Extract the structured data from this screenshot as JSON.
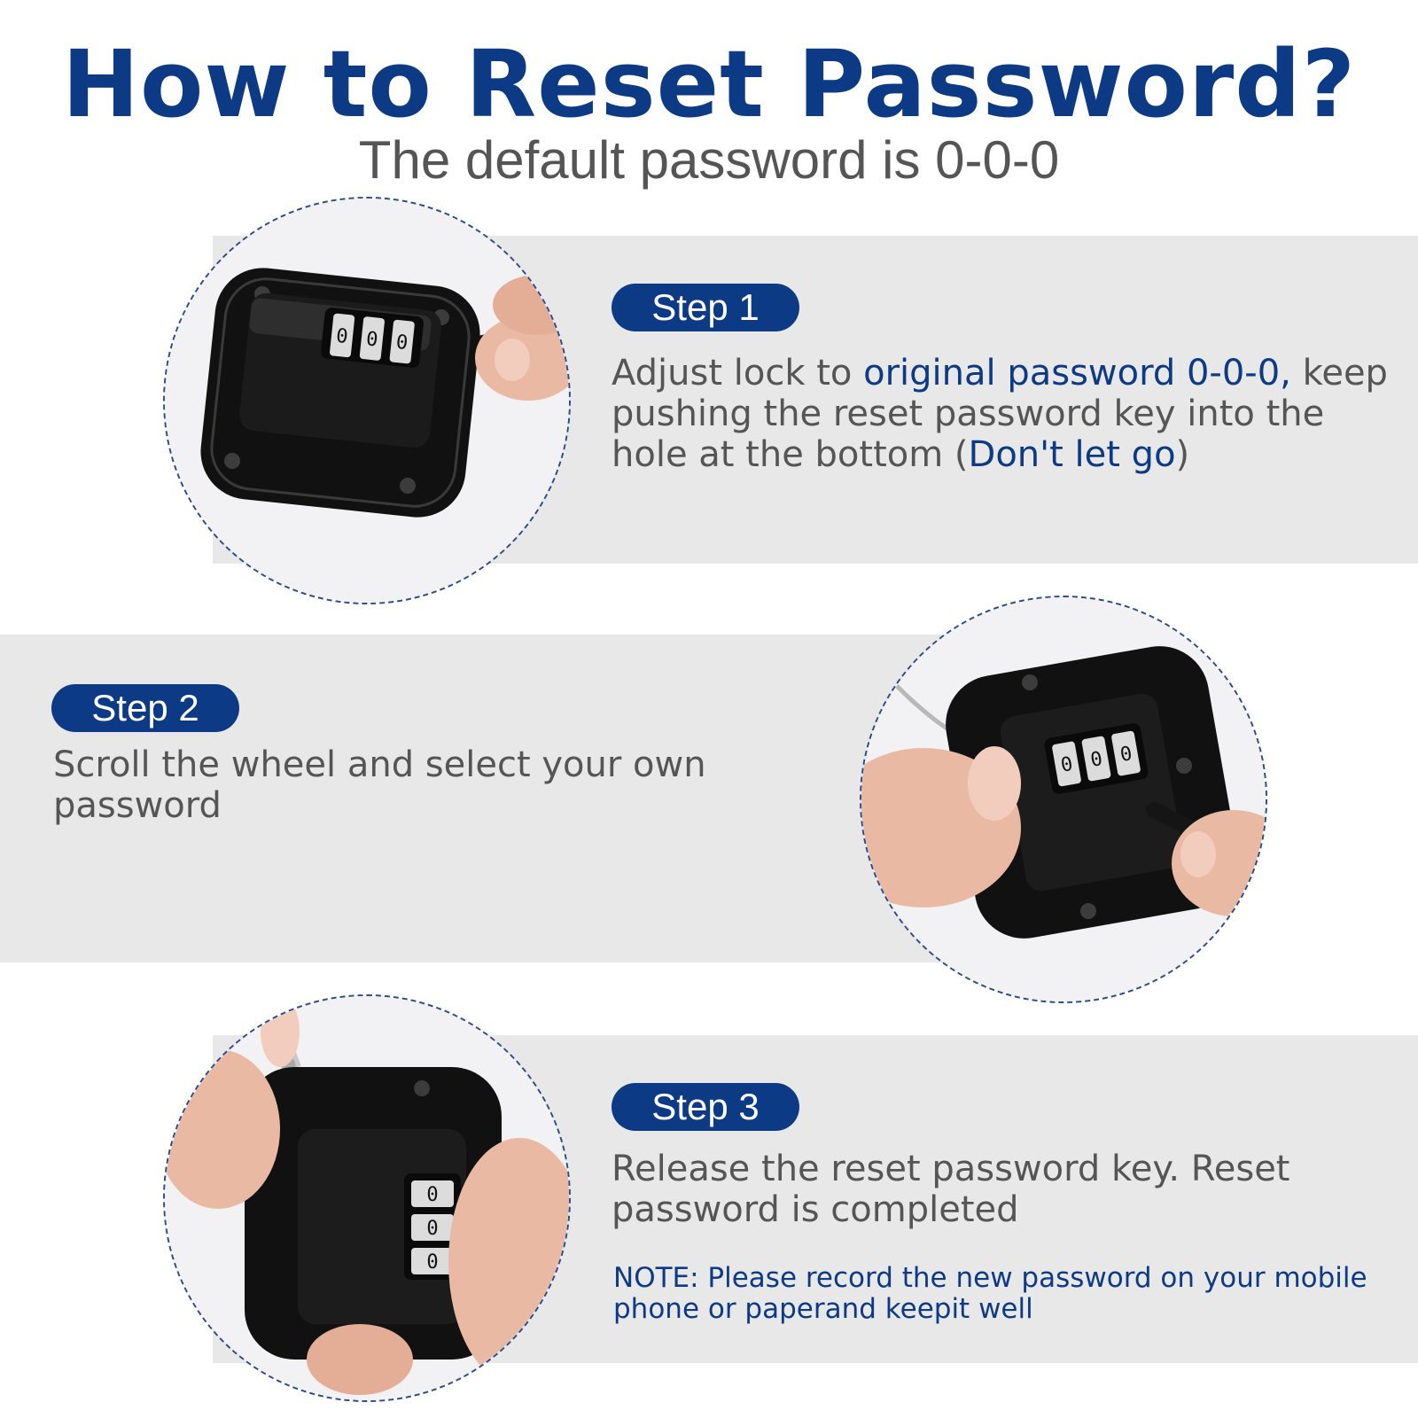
{
  "title": "How to Reset Password?",
  "subtitle": "The default password is 0-0-0",
  "colors": {
    "accent": "#0d3a85",
    "text": "#555555",
    "band": "#e8e8e8"
  },
  "steps": [
    {
      "label": "Step 1",
      "text_a": "Adjust lock to ",
      "highlight_a": "original password 0-0-0,",
      "text_b": " keep pushing the reset password key into the hole at the bottom (",
      "highlight_b": "Don't let go",
      "text_c": ")",
      "dial": [
        "0",
        "0",
        "0"
      ]
    },
    {
      "label": "Step 2",
      "text": "Scroll the wheel and select your own password",
      "dial": [
        "0",
        "0",
        "0"
      ]
    },
    {
      "label": "Step 3",
      "text": "Release the reset password key. Reset password is completed",
      "note": "NOTE: Please record the new password on your mobile phone or paperand keepit well",
      "dial": [
        "0",
        "0",
        "0"
      ]
    }
  ]
}
